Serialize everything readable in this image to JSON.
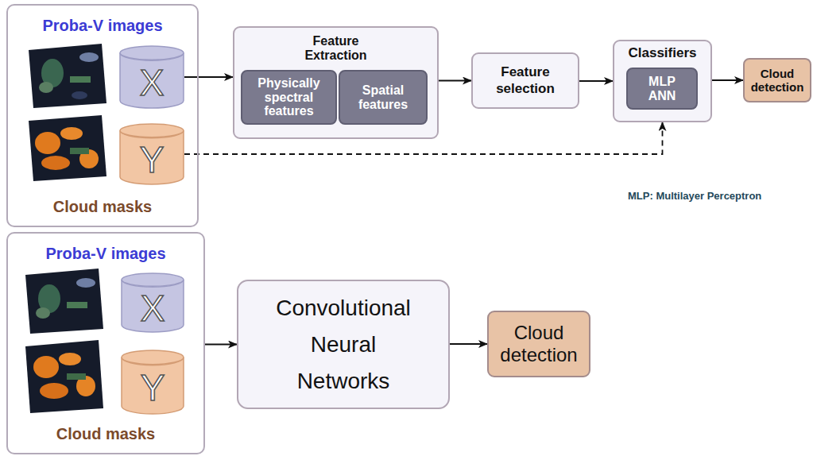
{
  "diagram": {
    "nodes": [
      {
        "text": [
          "Proba-V images",
          "Cloud masks"
        ]
      },
      {
        "text": [
          "X"
        ],
        "in": 0
      },
      {
        "text": [
          "Y"
        ],
        "in": 0
      },
      {
        "text": [
          "Feature Extraction"
        ]
      },
      {
        "text": [
          "Physically spectral features"
        ],
        "in": 3
      },
      {
        "text": [
          "Spatial features"
        ],
        "in": 3
      },
      {
        "text": [
          "Feature selection"
        ]
      },
      {
        "text": [
          "Classifiers"
        ]
      },
      {
        "text": [
          "MLP ANN"
        ],
        "in": 7
      },
      {
        "text": [
          "Cloud detection"
        ]
      },
      {
        "text": [
          "Proba-V images",
          "Cloud masks"
        ]
      },
      {
        "text": [
          "X"
        ],
        "in": 10
      },
      {
        "text": [
          "Y"
        ],
        "in": 10
      },
      {
        "text": [
          "Convolutional Neural Networks"
        ]
      },
      {
        "text": [
          "Cloud detection"
        ]
      }
    ],
    "edges": [
      {
        "from": 1,
        "to": 3,
        "arrow": "to"
      },
      {
        "from": 2,
        "to": 7,
        "arrow": "to"
      },
      {
        "from": 3,
        "to": 6,
        "arrow": "to"
      },
      {
        "from": 6,
        "to": 7,
        "arrow": "to"
      },
      {
        "from": 7,
        "to": 9,
        "arrow": "to"
      },
      {
        "from": 10,
        "to": 13,
        "arrow": "to"
      },
      {
        "from": 13,
        "to": 14,
        "arrow": "to"
      }
    ],
    "labels": [
      "MLP: Multilayer Perceptron"
    ]
  }
}
